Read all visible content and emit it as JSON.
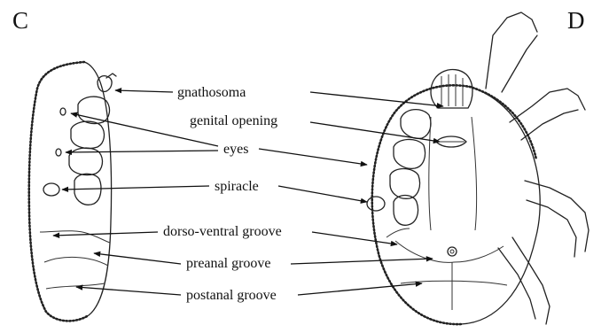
{
  "panels": {
    "left_letter": "C",
    "right_letter": "D"
  },
  "labels": {
    "gnathosoma": "gnathosoma",
    "genital_opening": "genital opening",
    "eyes": "eyes",
    "spiracle": "spiracle",
    "dorso_ventral_groove": "dorso-ventral groove",
    "preanal_groove": "preanal groove",
    "postanal_groove": "postanal groove"
  }
}
